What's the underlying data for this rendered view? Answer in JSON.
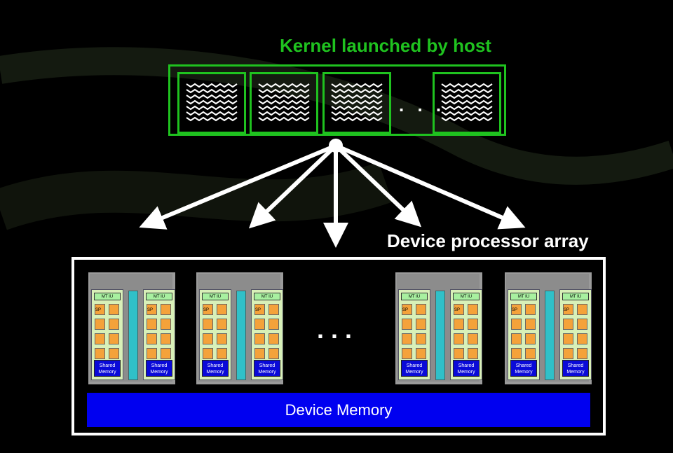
{
  "kernel_title": "Kernel launched by host",
  "array_title": "Device processor array",
  "ellipsis_kernel": ". . .",
  "ellipsis_array": "...",
  "device_memory_label": "Device Memory",
  "processor": {
    "mtiu_label": "MT IU",
    "sp_label": "SP",
    "shared_memory_label": "Shared Memory"
  },
  "colors": {
    "background": "#000000",
    "kernel_green": "#1fc21f",
    "device_memory": "#0000f0",
    "sp_orange": "#f4a23a",
    "shared_mem_blue": "#0a0ad8",
    "teal_bar": "#30c0c8"
  }
}
